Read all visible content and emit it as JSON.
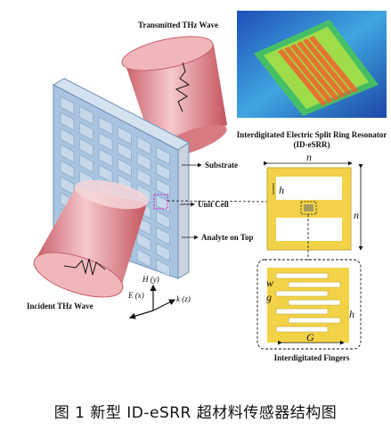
{
  "labels": {
    "transmitted": "Transmitted THz Wave",
    "incident": "Incident THz Wave",
    "substrate": "Substrate",
    "unit_cell": "Unit Cell",
    "analyte": "Analyte on Top",
    "resonator_title": "Interdigitated Electric Split Ring Resonator",
    "resonator_abbrev": "(ID-eSRR)",
    "fingers": "Interdigitated Fingers"
  },
  "dimensions": {
    "n_top": "n",
    "n_side": "n",
    "h_cell": "h",
    "w": "w",
    "g": "g",
    "h_finger": "h",
    "G": "G"
  },
  "axes": {
    "H": "H (y)",
    "E": "E (x)",
    "k": "k (z)"
  },
  "caption": "图 1  新型 ID-eSRR 超材料传感器结构图",
  "colors": {
    "substrate": "#a9c4e0",
    "beam": "#e8a4a8",
    "resonator": "#f2d348",
    "heatmap_bg": "#2c7fd4"
  }
}
